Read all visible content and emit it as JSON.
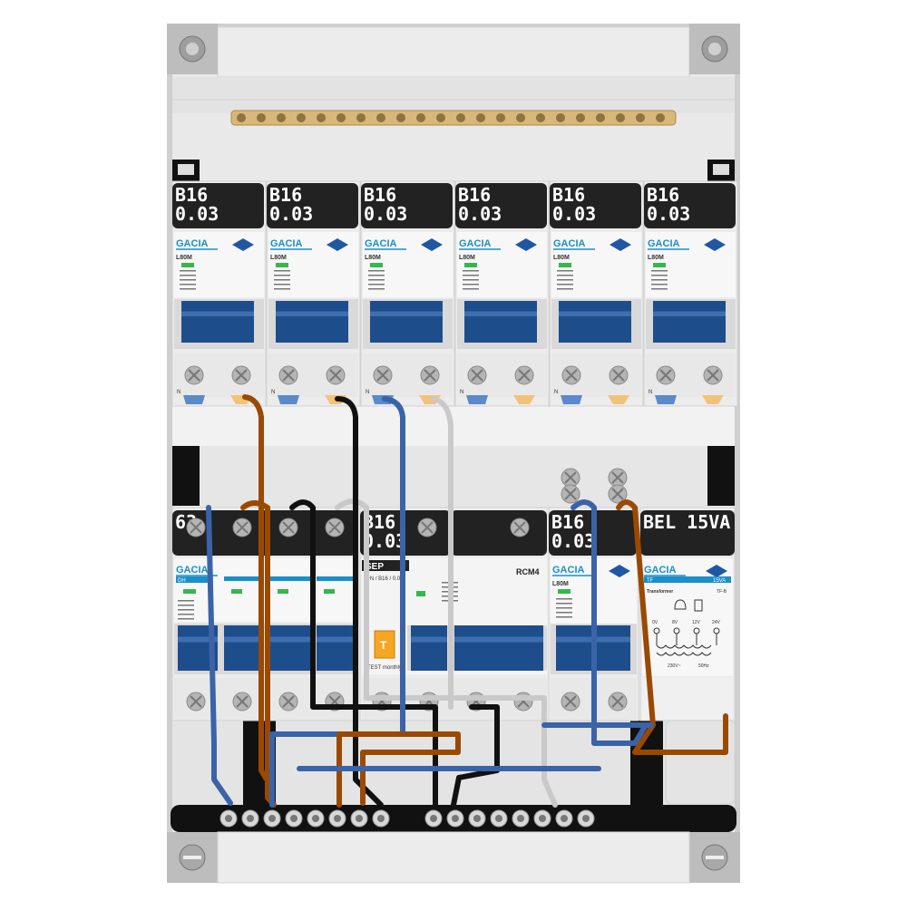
{
  "brand": "GACIA",
  "colors": {
    "brand_blue": "#1a8fc9",
    "breaker_blue": "#1e4d8c",
    "label_black": "#222222",
    "busbar_brass": "#d8b87a",
    "wire_brown": "#9a4a00",
    "wire_blue": "#3a63a8",
    "wire_black": "#111111",
    "wire_grey": "#c9c9c9",
    "status_green": "#33b84a",
    "test_button_orange": "#f5a623",
    "panel_grey": "#e6e6e6"
  },
  "top_row": {
    "modules": [
      {
        "rating": "B16",
        "sensitivity": "0.03",
        "model": "L80M",
        "brand": "GACIA",
        "n_label": "N"
      },
      {
        "rating": "B16",
        "sensitivity": "0.03",
        "model": "L80M",
        "brand": "GACIA",
        "n_label": "N"
      },
      {
        "rating": "B16",
        "sensitivity": "0.03",
        "model": "L80M",
        "brand": "GACIA",
        "n_label": "N"
      },
      {
        "rating": "B16",
        "sensitivity": "0.03",
        "model": "L80M",
        "brand": "GACIA",
        "n_label": "N"
      },
      {
        "rating": "B16",
        "sensitivity": "0.03",
        "model": "L80M",
        "brand": "GACIA",
        "n_label": "N"
      },
      {
        "rating": "B16",
        "sensitivity": "0.03",
        "model": "L80M",
        "brand": "GACIA",
        "n_label": "N"
      }
    ]
  },
  "bottom_row": {
    "main_switch": {
      "rating": "63",
      "brand": "GACIA",
      "model": "DH"
    },
    "rcd": {
      "rating": "B16",
      "sensitivity": "0.03",
      "brand": "SEP",
      "device": "RCM4",
      "spec": "4+N / B16 / 0.03",
      "test_text": "TEST monthly",
      "test_button": "T"
    },
    "rcbo": {
      "rating": "B16",
      "sensitivity": "0.03",
      "model": "L80M",
      "brand": "GACIA"
    },
    "bell_transformer": {
      "label": "BEL 15VA",
      "brand": "GACIA",
      "model": "TF",
      "va": "15VA",
      "title": "Transformer",
      "type": "TF-B",
      "outputs": [
        "0V",
        "8V",
        "12V",
        "24V"
      ],
      "input": "230V~",
      "freq": "50Hz"
    }
  }
}
